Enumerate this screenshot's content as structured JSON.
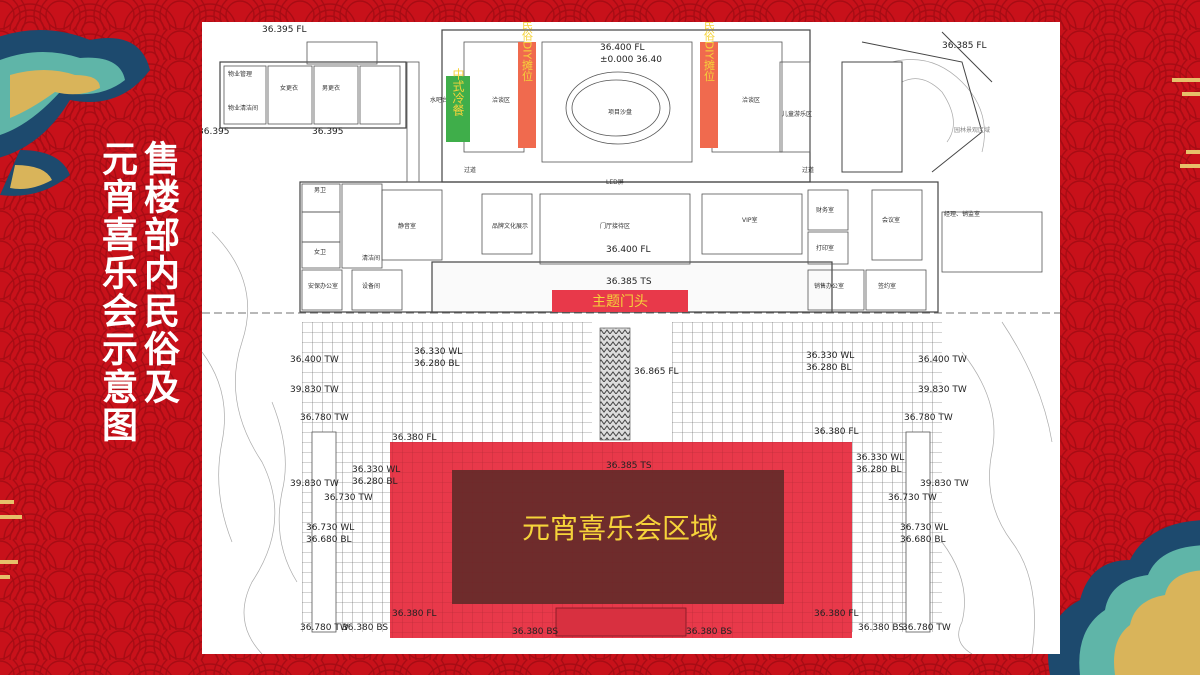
{
  "title": {
    "column_right": "售楼部内民俗及",
    "column_left": "元宵喜乐会示意图"
  },
  "colors": {
    "background": "#c8111a",
    "event_zone": "#e8394a",
    "event_core": "#6e2c2c",
    "zone_text": "#f5d33a",
    "stall": "#f06a4e",
    "cold_food": "#3fae4a"
  },
  "zones": {
    "main_event": "元宵喜乐会区域",
    "gate": "主题门头",
    "stall_left": "民俗DIY摊位",
    "stall_right": "民俗DIY摊位",
    "cold_food": "中式冷餐"
  },
  "rooms": {
    "property_mgmt": "物业管理",
    "cleaning": "物业清洁间",
    "female_locker": "女更衣",
    "male_locker": "男更衣",
    "water_bar": "水吧台",
    "negotiate_left": "洽谈区",
    "sand_table": "项目沙盘",
    "negotiate_right": "洽谈区",
    "kids_play": "儿童游乐区",
    "corridor": "过道",
    "led": "LED屏",
    "quiet_room": "静音室",
    "culture_room": "品牌文化展示",
    "vip_room": "VIP室",
    "finance": "财务室",
    "print_room": "打印室",
    "meeting": "会议室",
    "manager": "经理、销监室",
    "male_wc": "男卫",
    "female_wc": "女卫",
    "equipment": "设备间",
    "signing": "签约室",
    "security": "安保办公室",
    "sales_office": "销售办公室",
    "clear_room": "清洁间",
    "entrance_gate": "门厅接待区",
    "note_right": "园林景观区域"
  },
  "elevations": {
    "top_left": "36.395 FL",
    "top_center": "36.400 FL",
    "top_center_sub": "±0.000  36.40",
    "top_right": "36.385 FL",
    "left_mid": "36.395",
    "left_mid2": "36.395",
    "hall_center": "36.400 FL",
    "gate_level": "36.385 TS",
    "pl_left_wl": "36.330 WL",
    "pl_left_bl": "36.280 BL",
    "pl_right_wl": "36.330 WL",
    "pl_right_bl": "36.280 BL",
    "path_fl": "36.865 FL",
    "tw_left1": "36.400 TW",
    "tw_left2": "39.830 TW",
    "tw_left3": "36.780 TW",
    "tw_right1": "36.400 TW",
    "tw_right2": "39.830 TW",
    "tw_right3": "36.780 TW",
    "event_fl_left": "36.380 FL",
    "event_fl_right": "36.380 FL",
    "event_ts": "36.385 TS",
    "side_left_wl": "36.330 WL",
    "side_left_bl": "36.280 BL",
    "side_right_wl": "36.330 WL",
    "side_right_bl": "36.280 BL",
    "tw_left4": "39.830 TW",
    "tw_left5": "36.730 TW",
    "tw_right4": "39.830 TW",
    "tw_right5": "36.730 TW",
    "wl_left_low": "36.730 WL",
    "bl_left_low": "36.680 BL",
    "wl_right_low": "36.730 WL",
    "bl_right_low": "36.680 BL",
    "bottom_fl_left": "36.380 FL",
    "bottom_fl_right": "36.380 FL",
    "bottom_tw_left": "36.780 TW",
    "bottom_tw_right": "36.780 TW",
    "bottom_bs_left1": "36.380 BS",
    "bottom_bs_left2": "36.380 BS",
    "bottom_bs_right1": "36.380 BS",
    "bottom_bs_right2": "36.380 BS"
  }
}
